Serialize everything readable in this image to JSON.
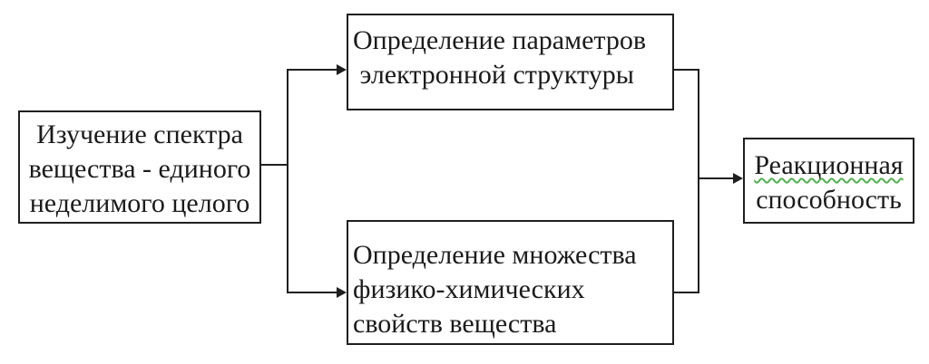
{
  "diagram": {
    "colors": {
      "line": "#1f1f1f",
      "text": "#1b1b1b",
      "background": "#ffffff",
      "spellcheck_squiggle": "#52b152"
    },
    "nodes": {
      "source": {
        "lines": [
          "Изучение спектра",
          "вещества - единого",
          "неделимого целого"
        ]
      },
      "electronic": {
        "lines": [
          "Определение параметров",
          " электронной структуры"
        ]
      },
      "physchem": {
        "lines": [
          "Определение множества",
          "физико-химических",
          "свойств вещества"
        ]
      },
      "reactivity": {
        "lines": [
          "Реакционная",
          "способность"
        ]
      }
    }
  }
}
